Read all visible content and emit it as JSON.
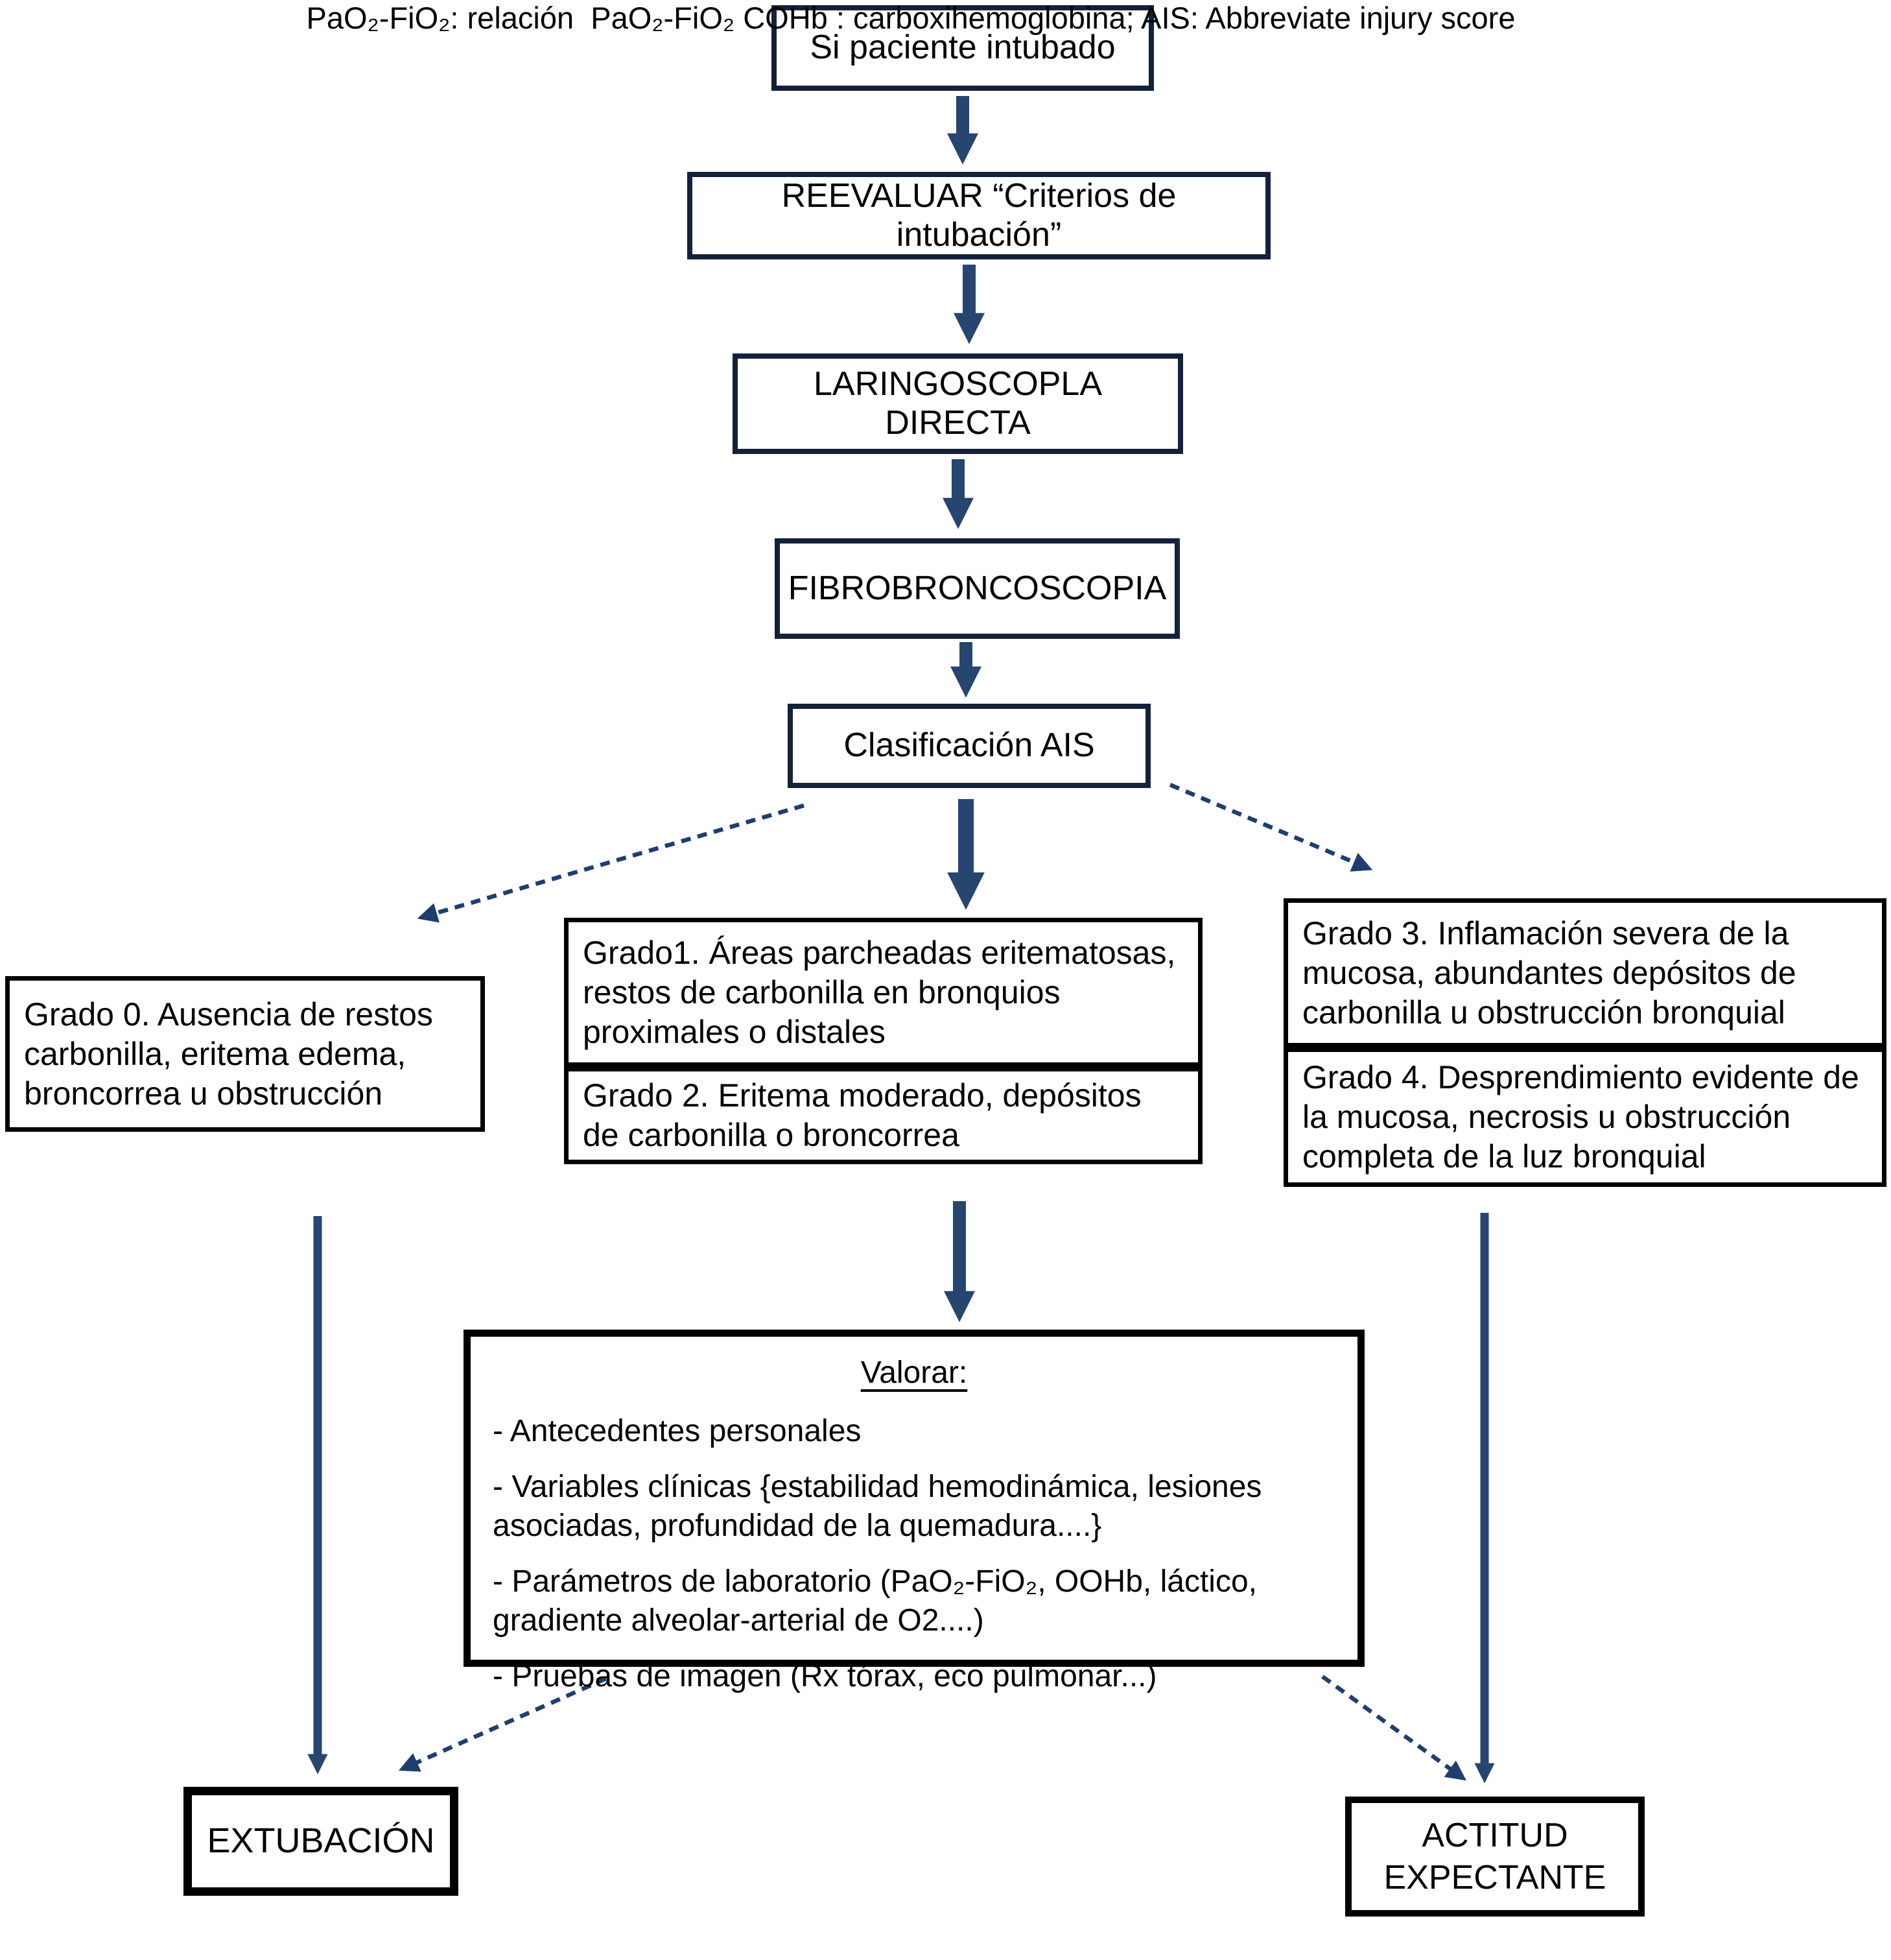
{
  "colors": {
    "arrow": "#26456F",
    "dashed": "#1E3E6F"
  },
  "nodes": {
    "si_paciente": "Si paciente intubado",
    "reevaluar": "REEVALUAR “Criterios de intubación”",
    "laringoscopia": "LARINGOSCOPLA DIRECTA",
    "fibrobroncoscopia": "FIBROBRONCOSCOPIA",
    "clasificacion": "Clasificación AIS",
    "grado0": "Grado 0. Ausencia de restos carbonilla, eritema edema, broncorrea u obstrucción",
    "grado1": "Grado1. Áreas parcheadas eritematosas, restos de carbonilla en bronquios proximales o distales",
    "grado2": "Grado 2. Eritema moderado, depósitos de carbonilla o broncorrea",
    "grado3": "Grado 3. Inflamación severa de la mucosa, abundantes depósitos de carbonilla u obstrucción bronquial",
    "grado4": "Grado 4. Desprendimiento evidente de la mucosa, necrosis u obstrucción completa de la luz bronquial",
    "extubacion": "EXTUBACIÓN",
    "actitud": "ACTITUD EXPECTANTE"
  },
  "valorar": {
    "title": "Valorar:",
    "items": [
      "- Antecedentes personales",
      "- Variables clínicas {estabilidad hemodinámica, lesiones asociadas, profundidad de la quemadura....}",
      "- Parámetros de laboratorio (PaO₂-FiO₂, OOHb, láctico, gradiente alveolar-arterial de O2....)",
      "- Pruebas de imagen (Rx tórax, eco pulmonar...)"
    ]
  },
  "footer": "PaO₂-FiO₂: relación  PaO₂-FiO₂ COHb : carboxihemoglobina; AIS: Abbreviate injury score"
}
